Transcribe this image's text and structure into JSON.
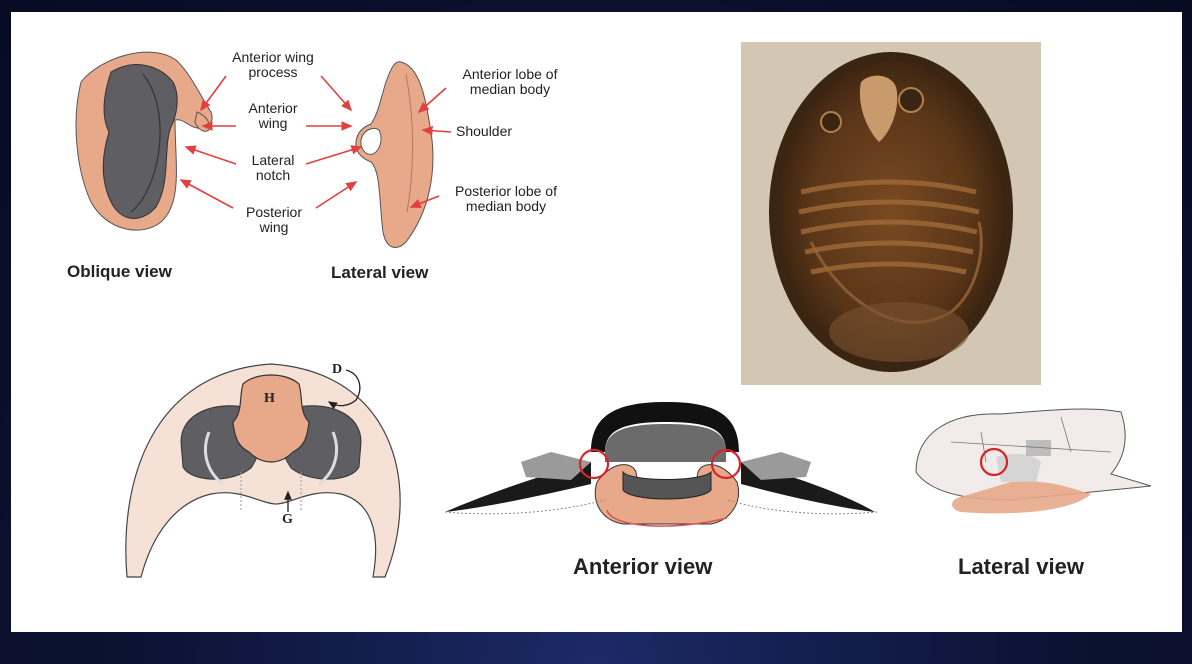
{
  "figure_top": {
    "labels": {
      "anterior_wing_process": "Anterior wing\nprocess",
      "anterior_wing": "Anterior\nwing",
      "lateral_notch": "Lateral\nnotch",
      "posterior_wing": "Posterior\nwing",
      "anterior_lobe": "Anterior lobe of\nmedian body",
      "shoulder": "Shoulder",
      "posterior_lobe": "Posterior lobe of\nmedian body"
    },
    "captions": {
      "oblique_view": "Oblique view",
      "lateral_view": "Lateral view"
    }
  },
  "figure_bottom_left": {
    "letters": {
      "h": "H",
      "d": "D",
      "g": "G"
    }
  },
  "figure_bottom_right": {
    "captions": {
      "anterior_view": "Anterior view",
      "lateral_view": "Lateral view"
    }
  },
  "colors": {
    "flesh": "#e7a98a",
    "gray_body": "#5f5f63",
    "arrow_red": "#e0413f",
    "highlight_circle": "#d8232a",
    "pale": "#f6e1d6",
    "fossil_bg": "#cfc2ae"
  }
}
